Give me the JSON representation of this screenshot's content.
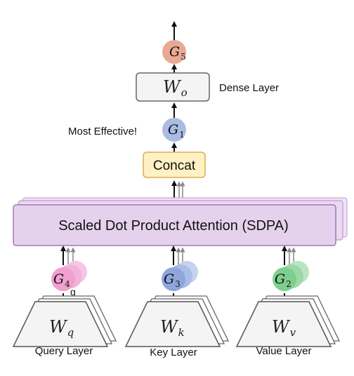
{
  "output": {
    "node": {
      "letter": "G",
      "sub": "5",
      "color": "#eaa993"
    }
  },
  "wo": {
    "letter": "W",
    "sub": "o"
  },
  "dense_label": "Dense Layer",
  "g1": {
    "letter": "G",
    "sub": "1",
    "color": "#a9bde3",
    "note": "Most Effective!"
  },
  "concat_label": "Concat",
  "sdpa_label": "Scaled Dot Product Attention (SDPA)",
  "branches": [
    {
      "node": {
        "letter": "G",
        "sub": "4",
        "color": "#f0a0cf",
        "extra": "g"
      },
      "weight": {
        "letter": "W",
        "sub": "q"
      },
      "label": "Query Layer"
    },
    {
      "node": {
        "letter": "G",
        "sub": "3",
        "color": "#8ea6dc"
      },
      "weight": {
        "letter": "W",
        "sub": "k"
      },
      "label": "Key Layer"
    },
    {
      "node": {
        "letter": "G",
        "sub": "2",
        "color": "#7ecf8e"
      },
      "weight": {
        "letter": "W",
        "sub": "v"
      },
      "label": "Value Layer"
    }
  ],
  "colors": {
    "sdpa_fill": "#e4d2ec",
    "sdpa_stroke": "#a377b6",
    "concat_fill": "#fff1c4",
    "concat_stroke": "#d7b14c",
    "box_fill": "#f4f4f4",
    "box_stroke": "#666666"
  }
}
